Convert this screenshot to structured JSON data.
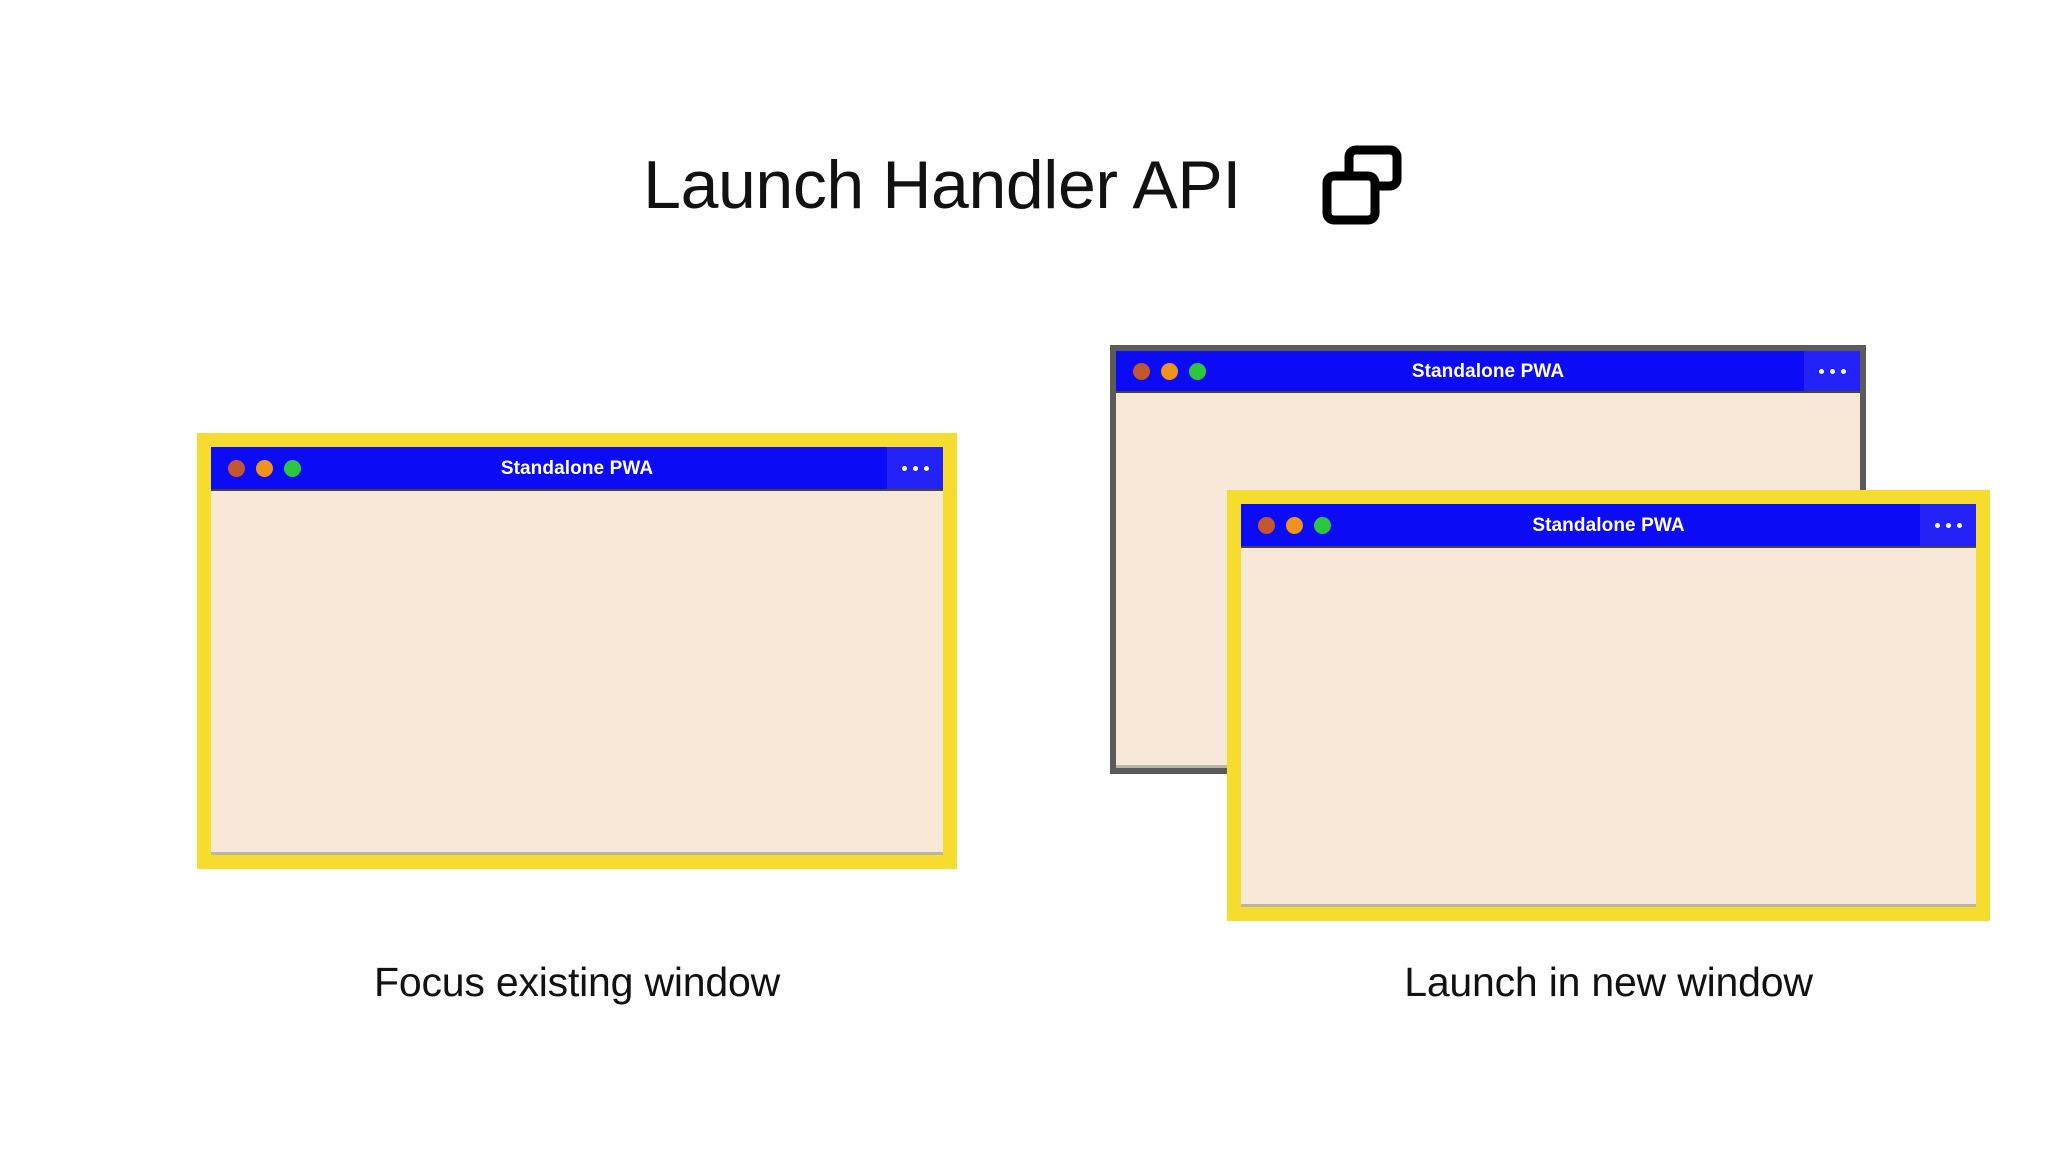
{
  "header": {
    "title": "Launch Handler API",
    "icon": "multi-window-icon"
  },
  "colors": {
    "titlebar_blue": "#0b0bf5",
    "menu_blue": "#2323f7",
    "focus_yellow": "#f6dc2f",
    "window_body_cream": "#f8e8d8",
    "unfocused_border_gray": "#5b5b5b",
    "dot_close": "#c2562f",
    "dot_minimize": "#f0921e",
    "dot_maximize": "#2dc63f",
    "text_dark": "#111111"
  },
  "scenarios": [
    {
      "id": "focus-existing-window",
      "caption": "Focus existing window",
      "windows": [
        {
          "id": "window-left",
          "title": "Standalone PWA",
          "focused": true,
          "menu_label": "…"
        }
      ]
    },
    {
      "id": "launch-in-new-window",
      "caption": "Launch in new window",
      "windows": [
        {
          "id": "window-right-back",
          "title": "Standalone PWA",
          "focused": false,
          "menu_label": "…"
        },
        {
          "id": "window-right-front",
          "title": "Standalone PWA",
          "focused": true,
          "menu_label": "…"
        }
      ]
    }
  ]
}
